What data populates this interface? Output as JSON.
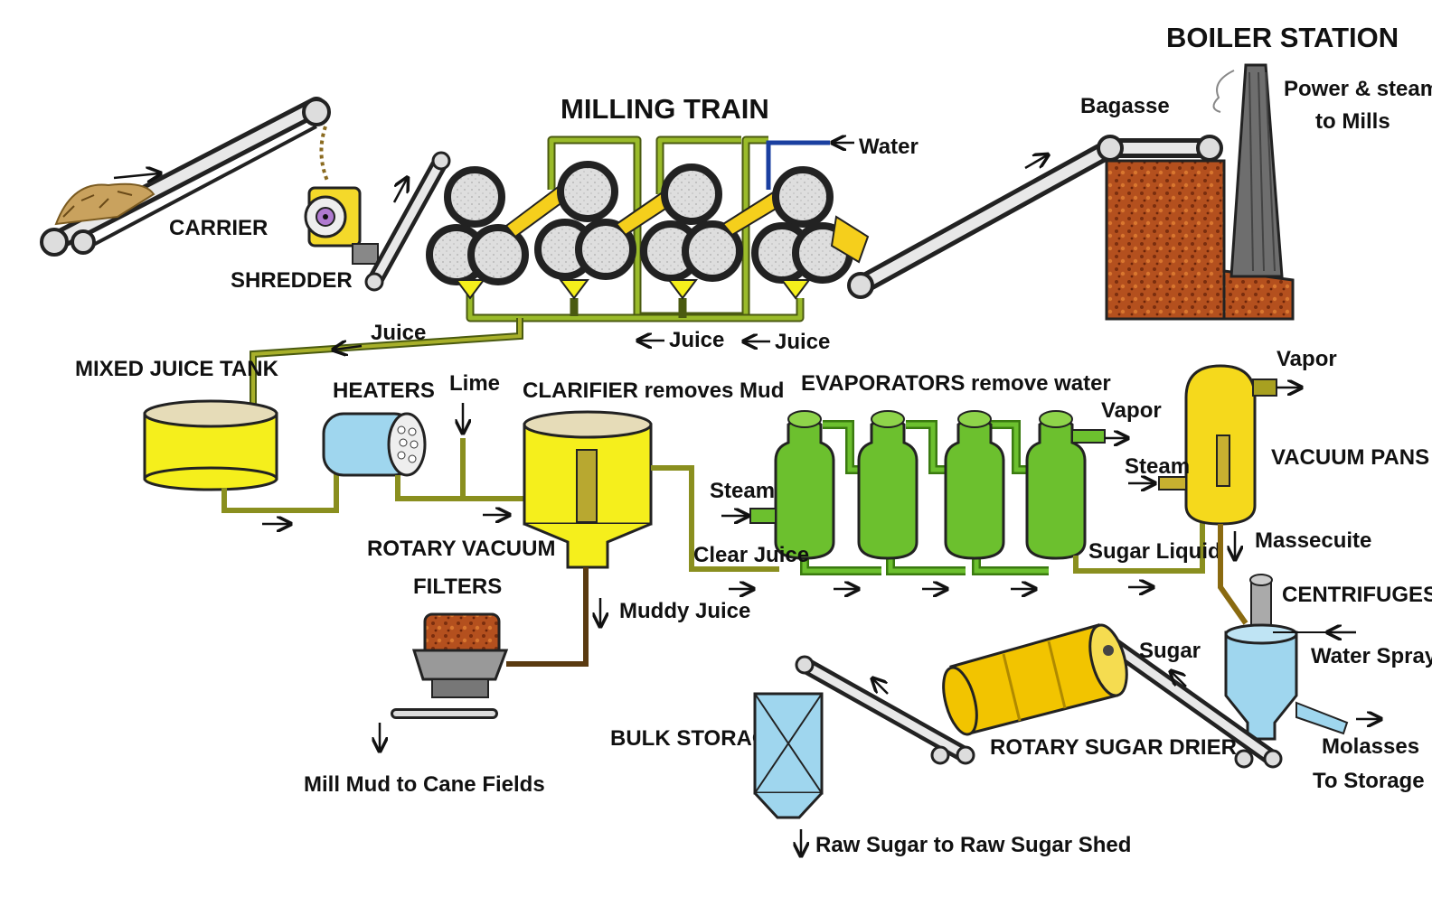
{
  "labels": {
    "boiler_station": "BOILER STATION",
    "power_steam_line1": "Power & steam",
    "power_steam_line2": "to Mills",
    "bagasse": "Bagasse",
    "milling_train": "MILLING TRAIN",
    "water": "Water",
    "carrier": "CARRIER",
    "shredder": "SHREDDER",
    "juice_1": "Juice",
    "juice_2": "Juice",
    "juice_3": "Juice",
    "mixed_juice_tank": "MIXED JUICE TANK",
    "heaters": "HEATERS",
    "lime": "Lime",
    "clarifier": "CLARIFIER removes Mud",
    "evaporators": "EVAPORATORS remove water",
    "vapor_1": "Vapor",
    "vapor_2": "Vapor",
    "steam_1": "Steam",
    "steam_2": "Steam",
    "vacuum_pans": "VACUUM PANS",
    "rotary_vacuum_line1": "ROTARY VACUUM",
    "rotary_vacuum_line2": "FILTERS",
    "clear_juice": "Clear Juice",
    "sugar_liquid": "Sugar Liquid",
    "massecuite": "Massecuite",
    "centrifuges": "CENTRIFUGES",
    "water_spray": "Water Spray",
    "muddy_juice": "Muddy Juice",
    "sugar": "Sugar",
    "bulk_storage": "BULK STORAGE",
    "rotary_sugar_drier": "ROTARY SUGAR DRIER",
    "molasses_line1": "Molasses",
    "molasses_line2": "To Storage",
    "mill_mud": "Mill Mud to Cane Fields",
    "raw_sugar": "Raw Sugar to Raw Sugar Shed"
  },
  "colors": {
    "tank_yellow": "#f5ef1c",
    "heater_blue": "#9fd6ee",
    "evaporator_green": "#6cc02e",
    "pipe_olive": "#8a8f1f",
    "pipe_green": "#9abb2a",
    "pipe_blue": "#1a3fa0",
    "bagasse_brown": "#b4501e",
    "roller_grey": "#d9d9d9",
    "drier_yellow": "#f2c400",
    "mud_brown": "#5a3a10"
  }
}
